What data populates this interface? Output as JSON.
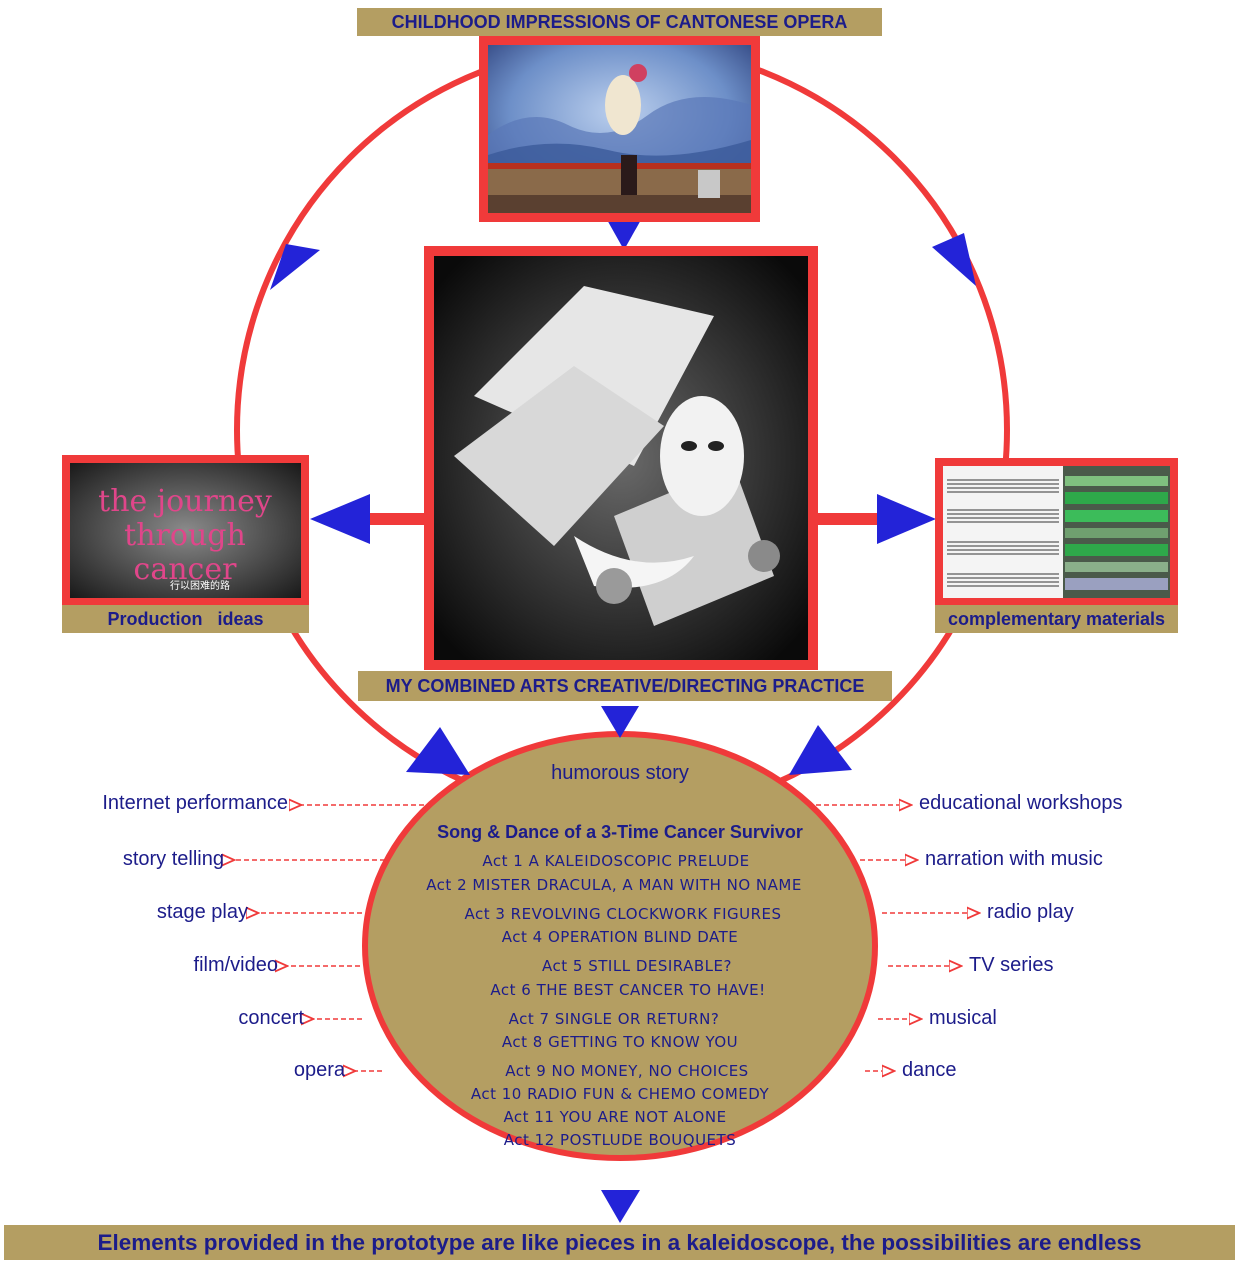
{
  "top_title": "CHILDHOOD IMPRESSIONS OF CANTONESE OPERA",
  "center_title": "MY COMBINED ARTS CREATIVE/DIRECTING PRACTICE",
  "left_caption": "Production   ideas",
  "left_image_text": "the journey through cancer",
  "left_image_subtext": "行以困难的路",
  "right_caption": "complementary materials",
  "oval": {
    "header": "humorous story",
    "title": "Song & Dance of a 3-Time Cancer Survivor",
    "acts": [
      "Act 1 A KALEIDOSCOPIC PRELUDE",
      "Act 2 MISTER DRACULA, A MAN WITH NO NAME",
      "Act 3 REVOLVING CLOCKWORK FIGURES",
      "Act 4 OPERATION BLIND DATE",
      "Act 5 STILL DESIRABLE?",
      "Act 6 THE BEST CANCER TO HAVE!",
      "Act 7 SINGLE OR RETURN?",
      "Act 8 GETTING TO KNOW YOU",
      "Act 9 NO MONEY, NO CHOICES",
      "Act 10 RADIO FUN & CHEMO COMEDY",
      "Act 11 YOU ARE NOT ALONE",
      "Act 12 POSTLUDE BOUQUETS"
    ]
  },
  "left_outputs": [
    "Internet performance",
    "story telling",
    "stage play",
    "film/video",
    "concert",
    "opera"
  ],
  "right_outputs": [
    "educational workshops",
    "narration with music",
    "radio play",
    "TV series",
    "musical",
    "dance"
  ],
  "footer": "Elements provided in the prototype are like pieces in a kaleidoscope, the possibilities are endless",
  "colors": {
    "red": "#f03a3a",
    "blue_arrow": "#2323d8",
    "label_bg": "#b49e62",
    "text": "#1c1c8a"
  }
}
